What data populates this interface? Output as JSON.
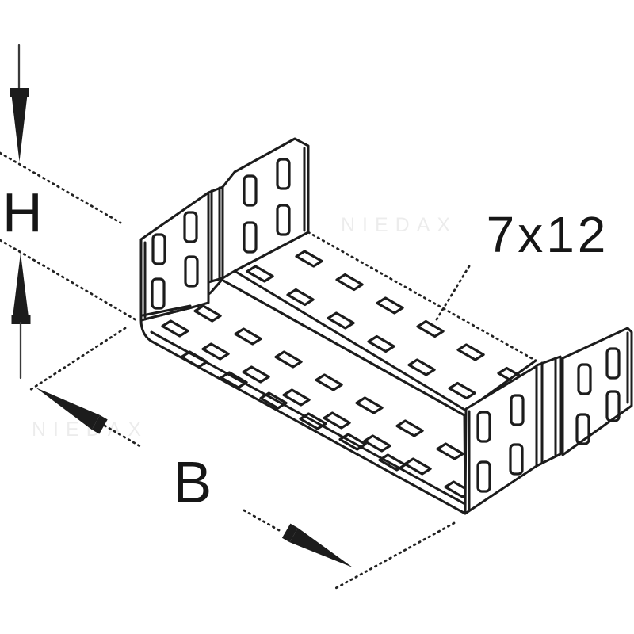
{
  "drawing": {
    "type": "technical-catalog-drawing",
    "subject": "perforated cable tray connector piece, isometric view",
    "labels": {
      "height_dim": "H",
      "width_dim": "B",
      "slot_size": "7x12"
    },
    "watermark": "NIEDAX",
    "colors": {
      "ink": "#1c1c1c",
      "background": "#ffffff"
    }
  }
}
